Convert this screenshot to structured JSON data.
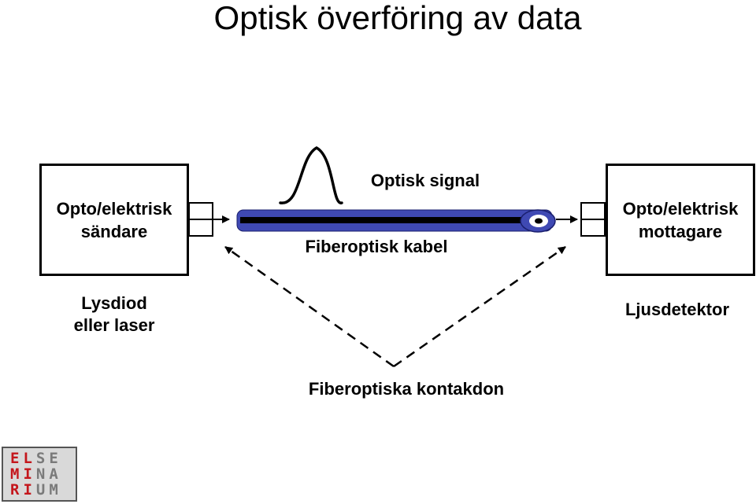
{
  "title": "Optisk överföring av data",
  "sender": {
    "line1": "Opto/elektrisk",
    "line2": "sändare",
    "source_line1": "Lysdiod",
    "source_line2": "eller laser"
  },
  "receiver": {
    "line1": "Opto/elektrisk",
    "line2": "mottagare",
    "detector": "Ljusdetektor"
  },
  "signal_label": "Optisk signal",
  "cable_label": "Fiberoptisk kabel",
  "connector_label": "Fiberoptiska kontakdon",
  "logo": {
    "rows": [
      {
        "a": "EL",
        "b": "SE"
      },
      {
        "a": "MI",
        "b": "NA"
      },
      {
        "a": "RI",
        "b": "UM"
      }
    ]
  },
  "colors": {
    "cable_outer": "#3f49b3",
    "cable_core": "#000000",
    "logo_red": "#c4161c",
    "logo_gray": "#7a7a7a"
  }
}
